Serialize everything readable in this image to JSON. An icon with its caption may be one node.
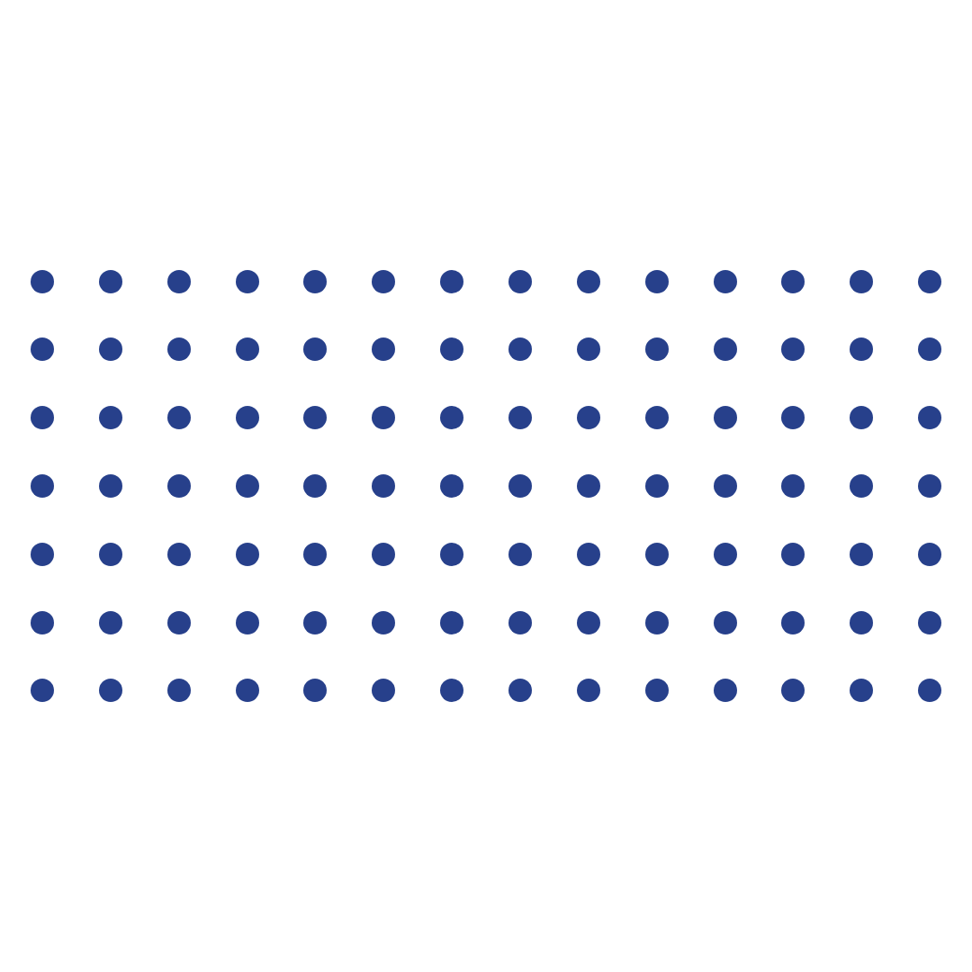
{
  "diagram": {
    "nodes": [
      {
        "text": [],
        "shape": "circle"
      },
      {
        "text": [],
        "shape": "circle"
      },
      {
        "text": [],
        "shape": "circle"
      },
      {
        "text": [],
        "shape": "circle"
      },
      {
        "text": [],
        "shape": "circle"
      },
      {
        "text": [],
        "shape": "circle"
      },
      {
        "text": [],
        "shape": "circle"
      },
      {
        "text": [],
        "shape": "circle"
      },
      {
        "text": [],
        "shape": "circle"
      },
      {
        "text": [],
        "shape": "circle"
      },
      {
        "text": [],
        "shape": "circle"
      },
      {
        "text": [],
        "shape": "circle"
      },
      {
        "text": [],
        "shape": "circle"
      },
      {
        "text": [],
        "shape": "circle"
      },
      {
        "text": [],
        "shape": "circle"
      },
      {
        "text": [],
        "shape": "circle"
      },
      {
        "text": [],
        "shape": "circle"
      },
      {
        "text": [],
        "shape": "circle"
      },
      {
        "text": [],
        "shape": "circle"
      },
      {
        "text": [],
        "shape": "circle"
      },
      {
        "text": [],
        "shape": "circle"
      },
      {
        "text": [],
        "shape": "circle"
      },
      {
        "text": [],
        "shape": "circle"
      },
      {
        "text": [],
        "shape": "circle"
      },
      {
        "text": [],
        "shape": "circle"
      },
      {
        "text": [],
        "shape": "circle"
      },
      {
        "text": [],
        "shape": "circle"
      },
      {
        "text": [],
        "shape": "circle"
      },
      {
        "text": [],
        "shape": "circle"
      },
      {
        "text": [],
        "shape": "circle"
      },
      {
        "text": [],
        "shape": "circle"
      },
      {
        "text": [],
        "shape": "circle"
      },
      {
        "text": [],
        "shape": "circle"
      },
      {
        "text": [],
        "shape": "circle"
      },
      {
        "text": [],
        "shape": "circle"
      },
      {
        "text": [],
        "shape": "circle"
      },
      {
        "text": [],
        "shape": "circle"
      },
      {
        "text": [],
        "shape": "circle"
      },
      {
        "text": [],
        "shape": "circle"
      },
      {
        "text": [],
        "shape": "circle"
      },
      {
        "text": [],
        "shape": "circle"
      },
      {
        "text": [],
        "shape": "circle"
      },
      {
        "text": [],
        "shape": "circle"
      },
      {
        "text": [],
        "shape": "circle"
      },
      {
        "text": [],
        "shape": "circle"
      },
      {
        "text": [],
        "shape": "circle"
      },
      {
        "text": [],
        "shape": "circle"
      },
      {
        "text": [],
        "shape": "circle"
      },
      {
        "text": [],
        "shape": "circle"
      },
      {
        "text": [],
        "shape": "circle"
      },
      {
        "text": [],
        "shape": "circle"
      },
      {
        "text": [],
        "shape": "circle"
      },
      {
        "text": [],
        "shape": "circle"
      },
      {
        "text": [],
        "shape": "circle"
      },
      {
        "text": [],
        "shape": "circle"
      },
      {
        "text": [],
        "shape": "circle"
      },
      {
        "text": [],
        "shape": "circle"
      },
      {
        "text": [],
        "shape": "circle"
      },
      {
        "text": [],
        "shape": "circle"
      },
      {
        "text": [],
        "shape": "circle"
      },
      {
        "text": [],
        "shape": "circle"
      },
      {
        "text": [],
        "shape": "circle"
      },
      {
        "text": [],
        "shape": "circle"
      },
      {
        "text": [],
        "shape": "circle"
      },
      {
        "text": [],
        "shape": "circle"
      },
      {
        "text": [],
        "shape": "circle"
      },
      {
        "text": [],
        "shape": "circle"
      },
      {
        "text": [],
        "shape": "circle"
      },
      {
        "text": [],
        "shape": "circle"
      },
      {
        "text": [],
        "shape": "circle"
      },
      {
        "text": [],
        "shape": "circle"
      },
      {
        "text": [],
        "shape": "circle"
      },
      {
        "text": [],
        "shape": "circle"
      },
      {
        "text": [],
        "shape": "circle"
      },
      {
        "text": [],
        "shape": "circle"
      },
      {
        "text": [],
        "shape": "circle"
      },
      {
        "text": [],
        "shape": "circle"
      },
      {
        "text": [],
        "shape": "circle"
      },
      {
        "text": [],
        "shape": "circle"
      },
      {
        "text": [],
        "shape": "circle"
      },
      {
        "text": [],
        "shape": "circle"
      },
      {
        "text": [],
        "shape": "circle"
      },
      {
        "text": [],
        "shape": "circle"
      },
      {
        "text": [],
        "shape": "circle"
      },
      {
        "text": [],
        "shape": "circle"
      },
      {
        "text": [],
        "shape": "circle"
      },
      {
        "text": [],
        "shape": "circle"
      },
      {
        "text": [],
        "shape": "circle"
      },
      {
        "text": [],
        "shape": "circle"
      },
      {
        "text": [],
        "shape": "circle"
      },
      {
        "text": [],
        "shape": "circle"
      },
      {
        "text": [],
        "shape": "circle"
      },
      {
        "text": [],
        "shape": "circle"
      },
      {
        "text": [],
        "shape": "circle"
      },
      {
        "text": [],
        "shape": "circle"
      },
      {
        "text": [],
        "shape": "circle"
      },
      {
        "text": [],
        "shape": "circle"
      },
      {
        "text": [],
        "shape": "circle"
      }
    ]
  }
}
